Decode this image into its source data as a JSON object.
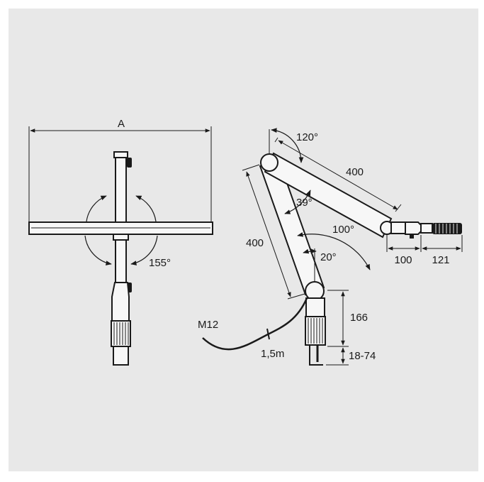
{
  "labels": {
    "width": "A",
    "rotation": "155°",
    "angle_top": "120°",
    "upper_arm_length": "400",
    "lower_arm_length": "400",
    "angle_mid": "39°",
    "angle_right": "100°",
    "angle_small": "20°",
    "head_len_1": "100",
    "head_len_2": "121",
    "height": "166",
    "clamp_range": "18-74",
    "thread": "M12",
    "cable_length": "1,5m"
  },
  "colors": {
    "background": "#e8e8e8",
    "line": "#1a1a1a"
  }
}
